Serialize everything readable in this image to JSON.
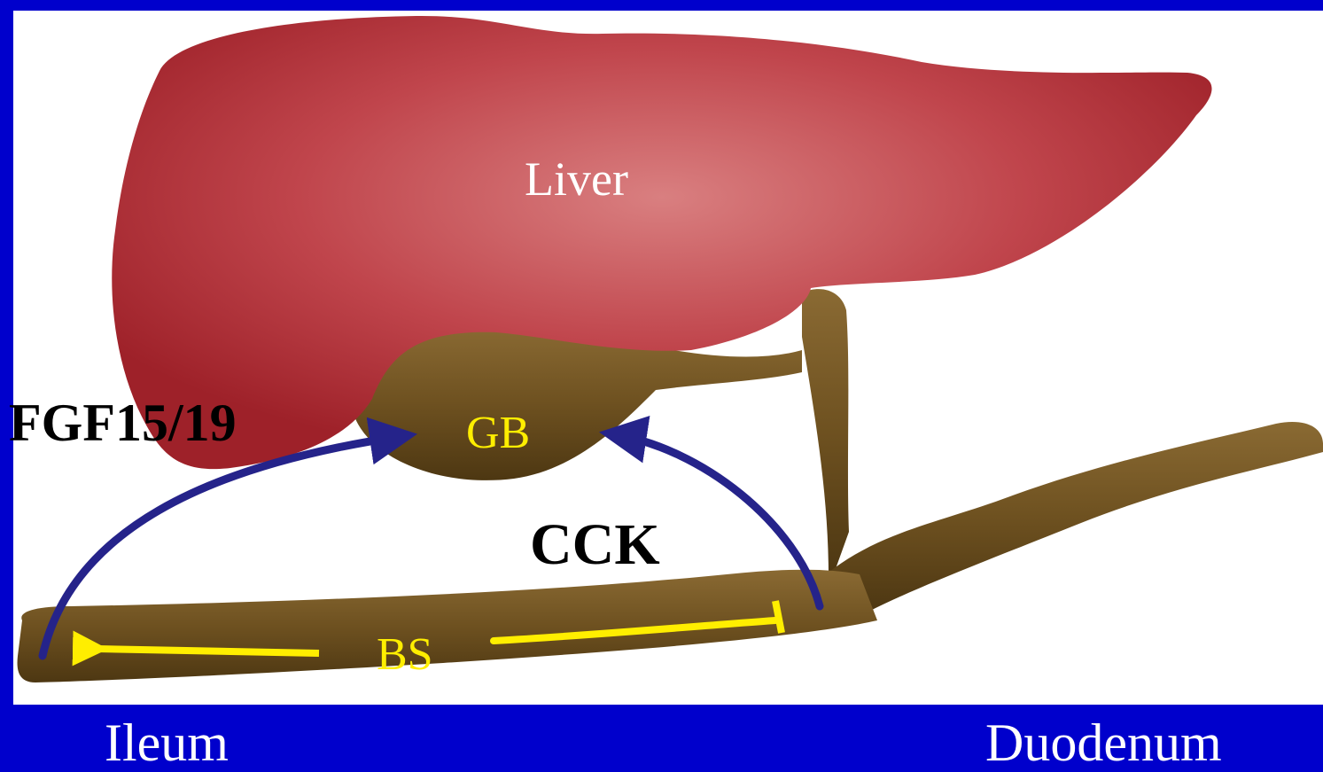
{
  "labels": {
    "liver": "Liver",
    "gallbladder": "GB",
    "fgf": "FGF15/19",
    "cck": "CCK",
    "bs": "BS",
    "ileum": "Ileum",
    "duodenum": "Duodenum"
  },
  "colors": {
    "background": "#0000cc",
    "panel": "#ffffff",
    "liver": "#b8303a",
    "gut": "#6b4e1f",
    "arrow_blue": "#25238a",
    "arrow_yellow": "#ffee00",
    "label_yellow": "#ffee00"
  }
}
